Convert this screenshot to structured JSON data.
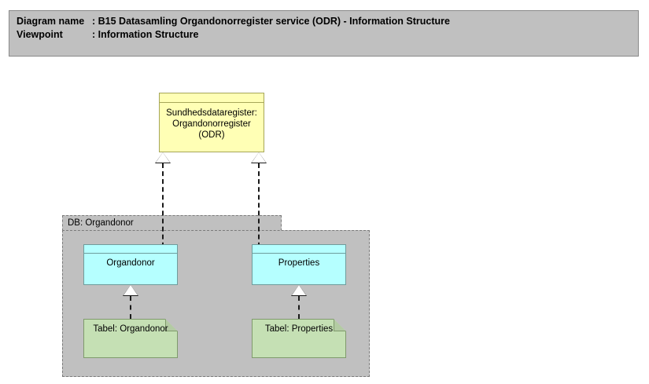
{
  "header": {
    "name_label": "Diagram name",
    "name_separator": ": ",
    "name_value": "B15 Datasamling Organdonorregister service (ODR) - Information Structure",
    "viewpoint_label": "Viewpoint",
    "viewpoint_separator": ": ",
    "viewpoint_value": "Information Structure"
  },
  "diagram": {
    "nodes": {
      "odr": {
        "label": "Sundhedsdataregister:\nOrgandonorregister\n(ODR)",
        "color": "#ffffb5"
      },
      "group_db": {
        "label": "DB: Organdonor",
        "color": "#c0c0c0"
      },
      "organdonor": {
        "label": "Organdonor",
        "color": "#b5ffff"
      },
      "properties": {
        "label": "Properties",
        "color": "#b5ffff"
      },
      "tabel_organdonor": {
        "label": "Tabel: Organdonor",
        "color": "#c5e0b4"
      },
      "tabel_properties": {
        "label": "Tabel: Properties",
        "color": "#c5e0b4"
      }
    }
  }
}
